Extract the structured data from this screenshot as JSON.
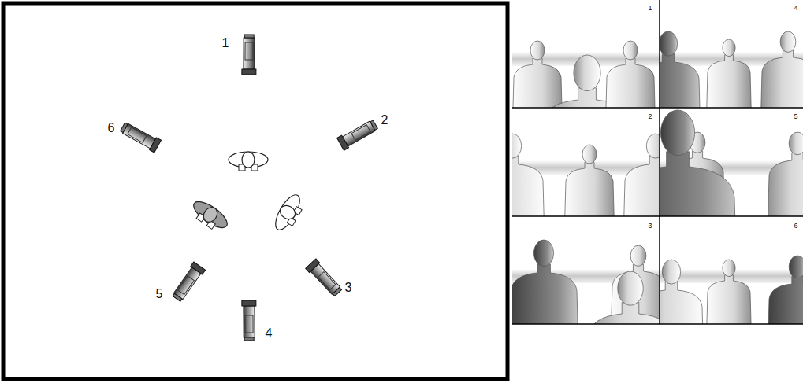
{
  "diagram": {
    "labels": [
      "1",
      "2",
      "3",
      "4",
      "5",
      "6",
      "1",
      "4",
      "2",
      "5",
      "3",
      "6"
    ]
  }
}
